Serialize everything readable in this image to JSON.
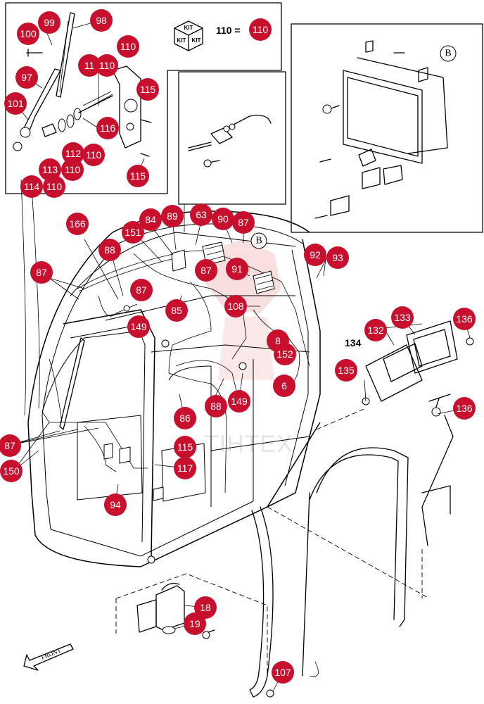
{
  "kit_note": {
    "box_words": [
      "KIT",
      "KIT",
      "KIT"
    ],
    "equals_text": "110 =",
    "badge": "110"
  },
  "watermark": "TIHTEX",
  "view_refs": {
    "main": "B",
    "detail": "B"
  },
  "front_label": "FRONT",
  "plain_labels": {
    "p134": "134"
  },
  "callouts": {
    "c99": "99",
    "c98": "98",
    "c100": "100",
    "c110a": "110",
    "c110b": "110",
    "c11x": "11",
    "c97": "97",
    "c115a": "115",
    "c101": "101",
    "c116": "116",
    "c112": "112",
    "c110c": "110",
    "c113": "113",
    "c110d": "110",
    "c115b": "115",
    "c114": "114",
    "c110e": "110",
    "c166": "166",
    "c151": "151",
    "c84": "84",
    "c89": "89",
    "c63": "63",
    "c90": "90",
    "c87a": "87",
    "c88a": "88",
    "c87b": "87",
    "c91": "91",
    "c87c": "87",
    "c87d": "87",
    "c92": "92",
    "c93": "93",
    "c85": "85",
    "c108": "108",
    "c149a": "149",
    "c133": "133",
    "c136a": "136",
    "c132": "132",
    "c8": "8",
    "c152": "152",
    "c135": "135",
    "c6": "6",
    "c88b": "88",
    "c149b": "149",
    "c86": "86",
    "c136b": "136",
    "c87e": "87",
    "c150": "150",
    "c115c": "115",
    "c117": "117",
    "c94": "94",
    "c18": "18",
    "c19": "19",
    "c107": "107"
  }
}
